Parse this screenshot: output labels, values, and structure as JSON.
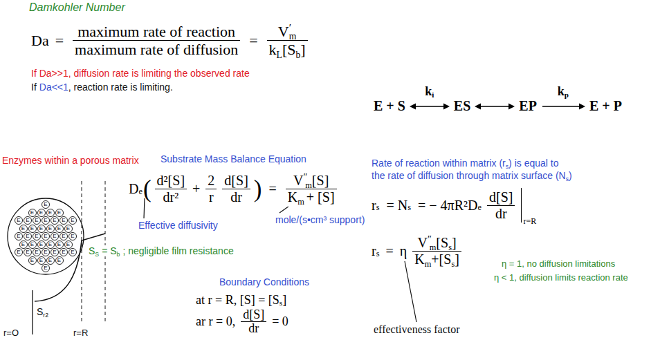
{
  "diagram": {
    "nodes": [
      {
        "text": [
          "E"
        ]
      },
      {
        "text": [
          "E"
        ]
      },
      {
        "text": [
          "E"
        ]
      },
      {
        "text": [
          "E"
        ]
      },
      {
        "text": [
          "E"
        ]
      },
      {
        "text": [
          "E"
        ]
      },
      {
        "text": [
          "E"
        ]
      },
      {
        "text": [
          "E"
        ]
      },
      {
        "text": [
          "E"
        ]
      },
      {
        "text": [
          "E"
        ]
      },
      {
        "text": [
          "E"
        ]
      },
      {
        "text": [
          "E"
        ]
      },
      {
        "text": [
          "E"
        ]
      },
      {
        "text": [
          "E"
        ]
      },
      {
        "text": [
          "E"
        ]
      },
      {
        "text": [
          "E"
        ]
      },
      {
        "text": [
          "E"
        ]
      },
      {
        "text": [
          "E"
        ]
      },
      {
        "text": [
          "E"
        ]
      },
      {
        "text": [
          "E"
        ]
      },
      {
        "text": [
          "E"
        ]
      },
      {
        "text": [
          "E"
        ]
      },
      {
        "text": [
          "E"
        ]
      },
      {
        "text": [
          "E"
        ]
      },
      {
        "text": [
          "E"
        ]
      },
      {
        "text": [
          "E"
        ]
      },
      {
        "text": [
          "E"
        ]
      },
      {
        "text": [
          "E"
        ]
      },
      {
        "text": [
          "E"
        ]
      },
      {
        "text": [
          "E"
        ]
      },
      {
        "text": [
          "E"
        ]
      },
      {
        "text": [
          "E"
        ]
      },
      {
        "text": [
          "E"
        ]
      },
      {
        "text": [
          "E"
        ]
      },
      {
        "text": [
          "E"
        ]
      },
      {
        "text": [
          "E"
        ]
      },
      {
        "text": [
          "E"
        ]
      },
      {
        "text": [
          "E"
        ]
      },
      {
        "text": [
          "E"
        ]
      },
      {
        "text": [
          "E"
        ]
      },
      {
        "text": [
          "E"
        ]
      },
      {
        "text": [
          "E"
        ]
      },
      {
        "text": [
          "E"
        ]
      }
    ],
    "labels": [
      "Damkohler Number",
      "Da",
      "=",
      "maximum rate of reaction",
      "maximum rate of diffusion",
      "=",
      "V",
      "′",
      "m",
      "k",
      "L",
      "[S",
      "b",
      "]",
      "If Da>>1, diffusion rate is limiting the observed rate",
      "If",
      "Da<<1",
      ", reaction rate is limiting.",
      "E + S",
      "k",
      "i",
      "ES",
      "EP",
      "k",
      "p",
      "E + P",
      "Enzymes within a porous matrix",
      "Substrate Mass Balance Equation",
      "D",
      "e",
      "(",
      "d²[S]",
      "dr²",
      "+",
      "2",
      "r",
      "d[S]",
      "dr",
      ")",
      "=",
      "V",
      "″",
      "m",
      "[S]",
      "K",
      "m",
      "+ [S]",
      "Effective diffusivity",
      "mole/(s•cm³ support)",
      "S",
      "S",
      "= S",
      "b",
      "; negligible film resistance",
      "S",
      "r2",
      "r=O",
      "r=R",
      "Boundary Conditions",
      "at r = R, [S] = [S",
      "s",
      "]",
      "ar r = 0,",
      "d[S]",
      "dr",
      "= 0",
      "Rate of reaction within matrix (r",
      "s",
      ") is equal to",
      "the rate of diffusion through matrix surface (N",
      "s",
      ")",
      "r",
      "s",
      "= N",
      "s",
      "= − 4πR²D",
      "e",
      "d[S]",
      "dr",
      "r=R",
      "r",
      "s",
      "=",
      "η",
      "V",
      "″",
      "m",
      "[S",
      "s",
      "]",
      "K",
      "m",
      "+[S",
      "s",
      "]",
      "η = 1, no diffusion limitations",
      "η < 1, diffusion limits reaction rate",
      "effectiveness factor"
    ]
  }
}
